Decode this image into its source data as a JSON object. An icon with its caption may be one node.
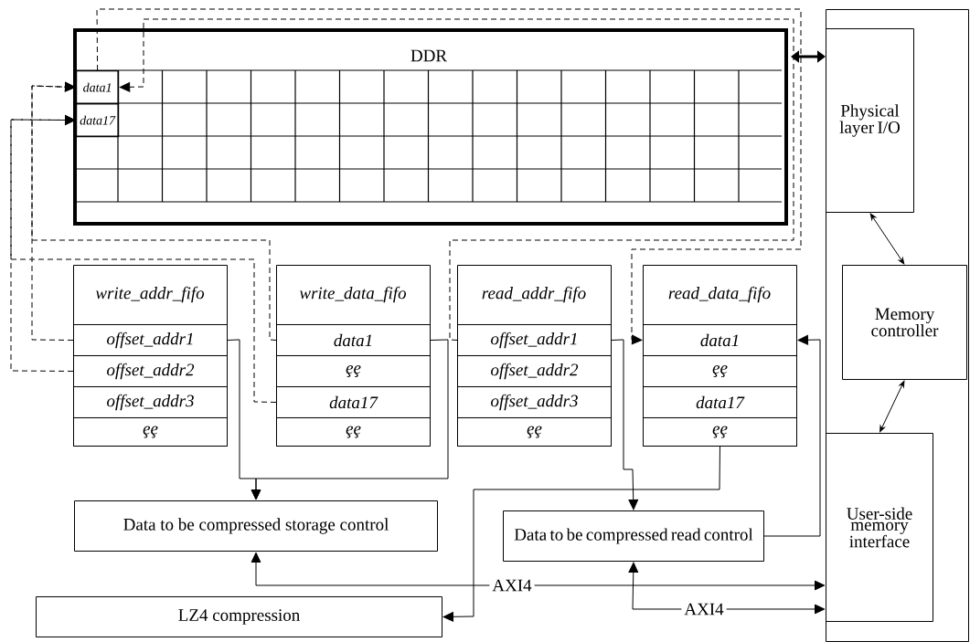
{
  "diagram": {
    "nodes": [
      {
        "text": [
          "DDR"
        ]
      },
      {
        "text": [
          "data1"
        ],
        "in": 0
      },
      {
        "text": [
          "data17"
        ],
        "in": 0
      },
      {
        "text": [],
        "shape": "box"
      },
      {
        "text": [
          "Physical layer I/O"
        ],
        "in": 3
      },
      {
        "text": [
          "write_addr_fifo"
        ]
      },
      {
        "text": [
          "offset_addr1"
        ],
        "in": 5
      },
      {
        "text": [
          "offset_addr2"
        ],
        "in": 5
      },
      {
        "text": [
          "offset_addr3"
        ],
        "in": 5
      },
      {
        "text": [
          "ȩȩ"
        ],
        "in": 5
      },
      {
        "text": [
          "write_data_fifo"
        ]
      },
      {
        "text": [
          "data1"
        ],
        "in": 10
      },
      {
        "text": [
          "ȩȩ"
        ],
        "in": 10
      },
      {
        "text": [
          "data17"
        ],
        "in": 10
      },
      {
        "text": [
          "ȩȩ"
        ],
        "in": 10
      },
      {
        "text": [
          "read_addr_fifo"
        ]
      },
      {
        "text": [
          "offset_addr1"
        ],
        "in": 15
      },
      {
        "text": [
          "offset_addr2"
        ],
        "in": 15
      },
      {
        "text": [
          "offset_addr3"
        ],
        "in": 15
      },
      {
        "text": [
          "ȩȩ"
        ],
        "in": 15
      },
      {
        "text": [
          "read_data_fifo"
        ]
      },
      {
        "text": [
          "data1"
        ],
        "in": 20
      },
      {
        "text": [
          "ȩȩ"
        ],
        "in": 20
      },
      {
        "text": [
          "data17"
        ],
        "in": 20
      },
      {
        "text": [
          "ȩȩ"
        ],
        "in": 20
      },
      {
        "text": [
          "Memory controller"
        ],
        "in": 3
      },
      {
        "text": [
          "Data to be compressed storage control"
        ]
      },
      {
        "text": [
          "Data to be compressed read control"
        ]
      },
      {
        "text": [
          "User-side memory interface"
        ],
        "in": 3
      },
      {
        "text": [
          "LZ4 compression"
        ]
      }
    ],
    "edges": [
      {
        "from": 6,
        "to": 1,
        "arrow": "to",
        "style": "dashed"
      },
      {
        "from": 11,
        "to": 1,
        "arrow": "to",
        "style": "dashed"
      },
      {
        "from": 7,
        "to": 2,
        "arrow": "to",
        "style": "dashed"
      },
      {
        "from": 13,
        "to": 2,
        "arrow": "to",
        "style": "dashed"
      },
      {
        "from": 16,
        "to": 1,
        "arrow": "to",
        "style": "dashed"
      },
      {
        "from": 1,
        "to": 21,
        "arrow": "to",
        "style": "dashed"
      },
      {
        "from": 6,
        "to": 26,
        "arrow": "to"
      },
      {
        "from": 11,
        "to": 26,
        "arrow": "to"
      },
      {
        "from": 16,
        "to": 27,
        "arrow": "to"
      },
      {
        "from": 24,
        "to": 29,
        "arrow": "to"
      },
      {
        "from": 27,
        "to": 21,
        "arrow": "to"
      },
      {
        "from": 26,
        "to": 28,
        "arrow": "both",
        "label": "AXI4"
      },
      {
        "from": 27,
        "to": 28,
        "arrow": "both",
        "label": "AXI4"
      },
      {
        "from": 0,
        "to": 4,
        "arrow": "both",
        "style": "thick"
      },
      {
        "from": 4,
        "to": 25,
        "arrow": "both"
      },
      {
        "from": 25,
        "to": 28,
        "arrow": "both"
      }
    ]
  }
}
